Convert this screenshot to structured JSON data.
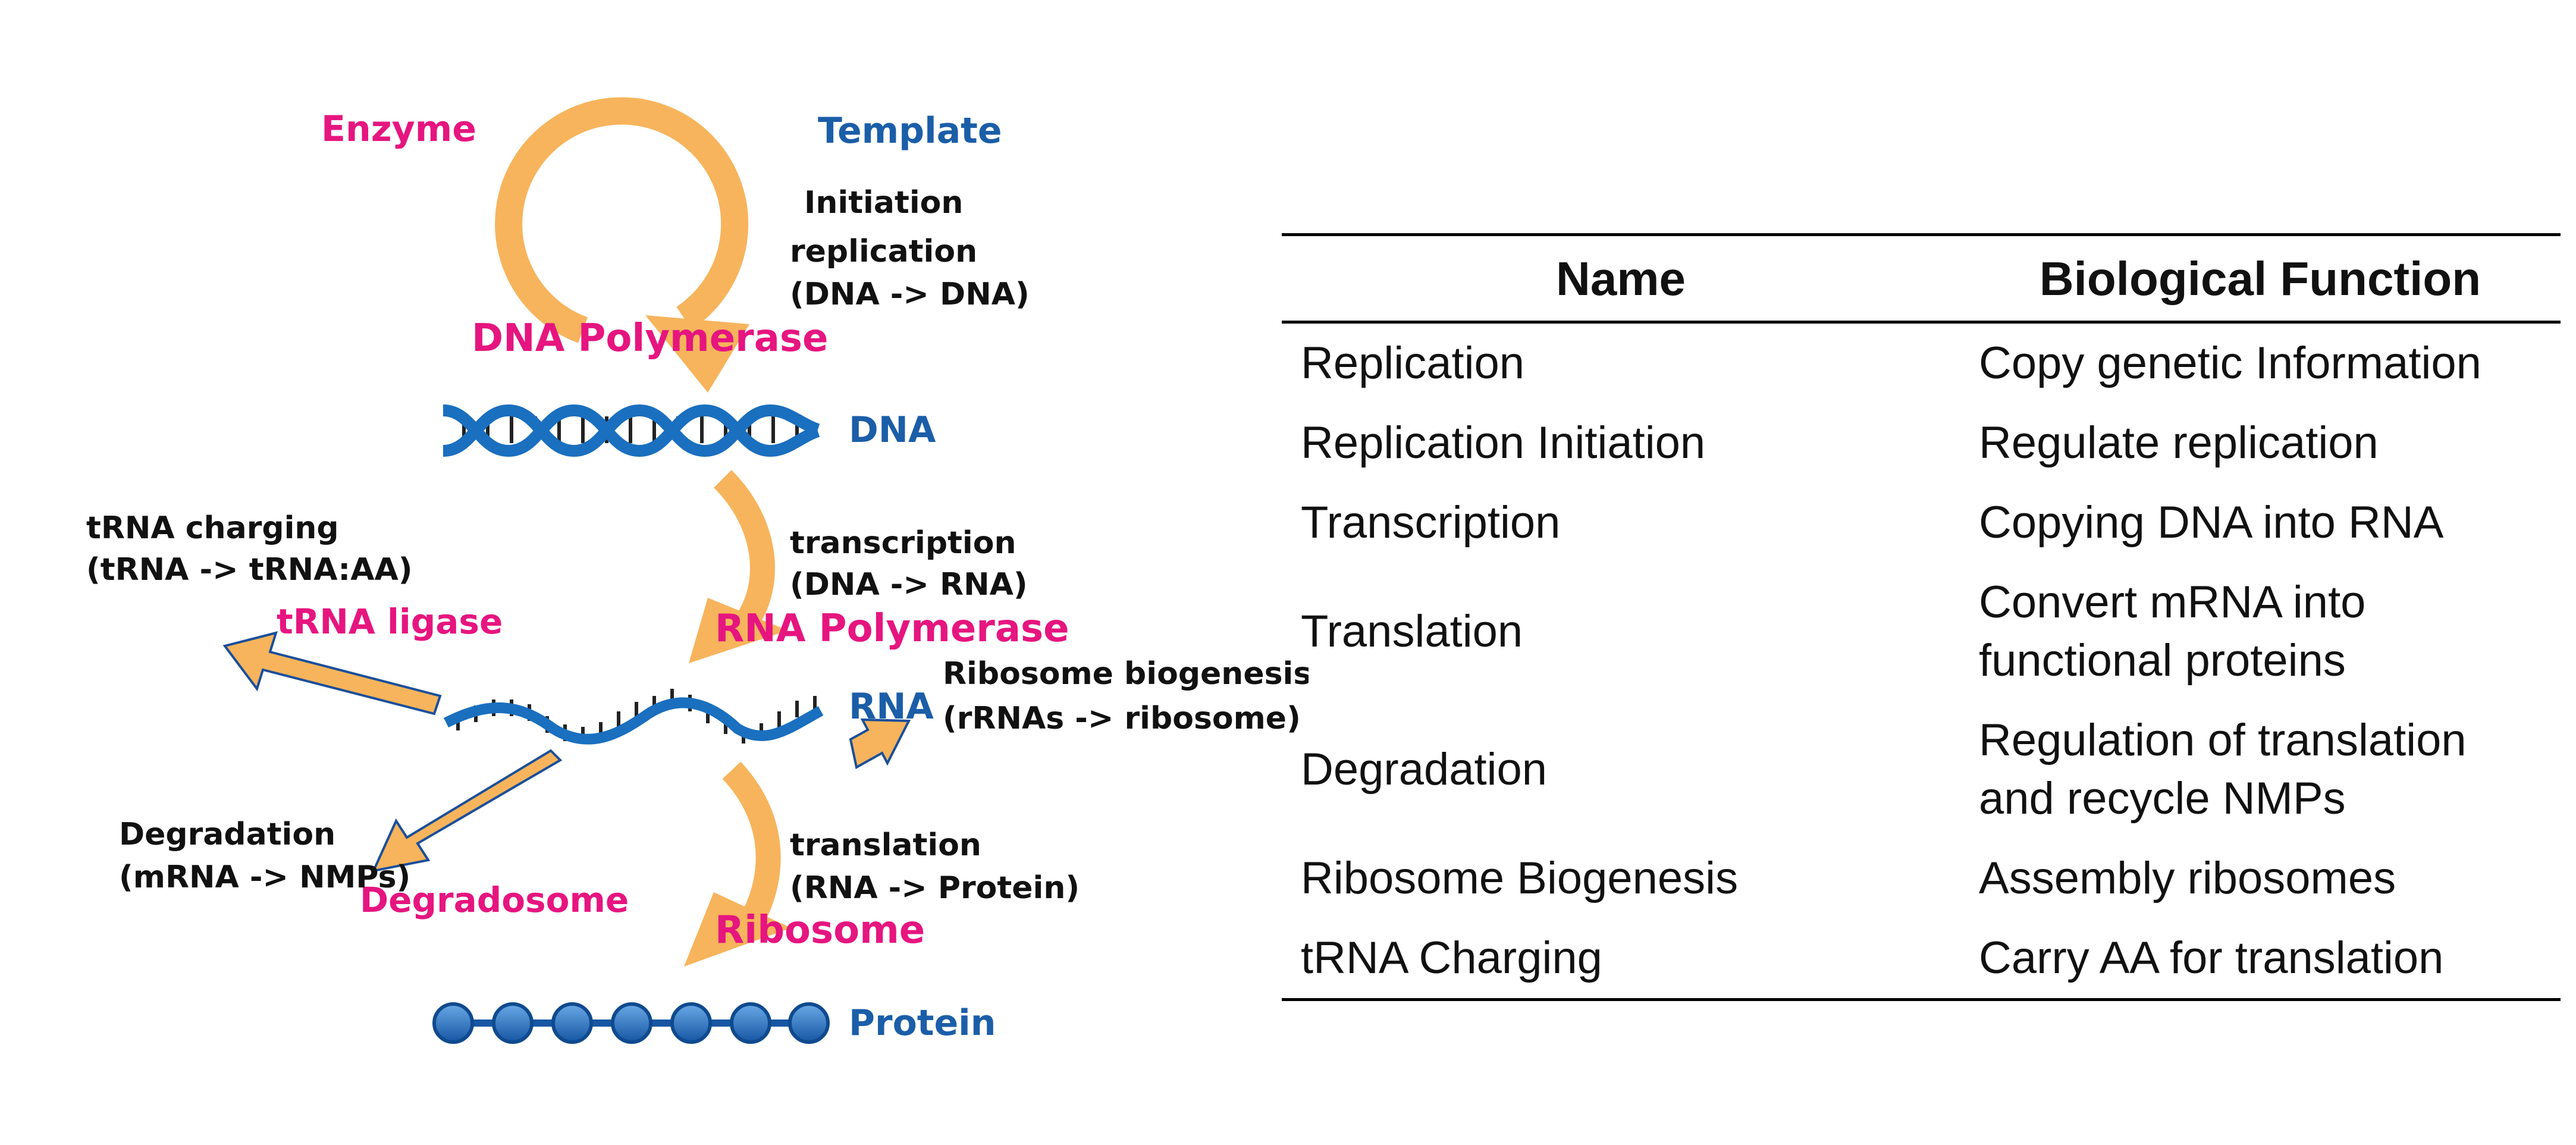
{
  "diagram": {
    "headers": {
      "enzyme": "Enzyme",
      "template": "Template"
    },
    "molecules": {
      "dna": "DNA",
      "rna": "RNA",
      "protein": "Protein"
    },
    "enzymes": {
      "dna_polymerase": "DNA Polymerase",
      "rna_polymerase": "RNA Polymerase",
      "ribosome": "Ribosome",
      "trna_ligase": "tRNA ligase",
      "degradosome": "Degradosome"
    },
    "processes": {
      "initiation_line1": "Initiation",
      "initiation_line2": "replication",
      "initiation_line3": "(DNA -> DNA)",
      "transcription_line1": "transcription",
      "transcription_line2": "(DNA -> RNA)",
      "translation_line1": "translation",
      "translation_line2": "(RNA -> Protein)",
      "trna_line1": "tRNA charging",
      "trna_line2": "(tRNA -> tRNA:AA)",
      "ribo_line1": "Ribosome biogenesis",
      "ribo_line2": "(rRNAs -> ribosome)",
      "degradation_line1": "Degradation",
      "degradation_line2": "(mRNA -> NMPs)"
    },
    "colors": {
      "enzyme": "#e6157f",
      "template": "#1b5ea8",
      "arrow": "#f7b45c",
      "strand": "#1a6fbf"
    }
  },
  "table": {
    "headers": {
      "name": "Name",
      "function": "Biological Function"
    },
    "rows": [
      {
        "name": "Replication",
        "function": [
          "Copy genetic Information"
        ]
      },
      {
        "name": "Replication Initiation",
        "function": [
          "Regulate replication"
        ]
      },
      {
        "name": "Transcription",
        "function": [
          "Copying DNA into RNA"
        ]
      },
      {
        "name": "Translation",
        "function": [
          "Convert mRNA into",
          "functional proteins"
        ]
      },
      {
        "name": "Degradation",
        "function": [
          "Regulation of translation",
          "and recycle NMPs"
        ]
      },
      {
        "name": "Ribosome Biogenesis",
        "function": [
          "Assembly ribosomes"
        ]
      },
      {
        "name": "tRNA Charging",
        "function": [
          "Carry AA for translation"
        ]
      }
    ]
  }
}
